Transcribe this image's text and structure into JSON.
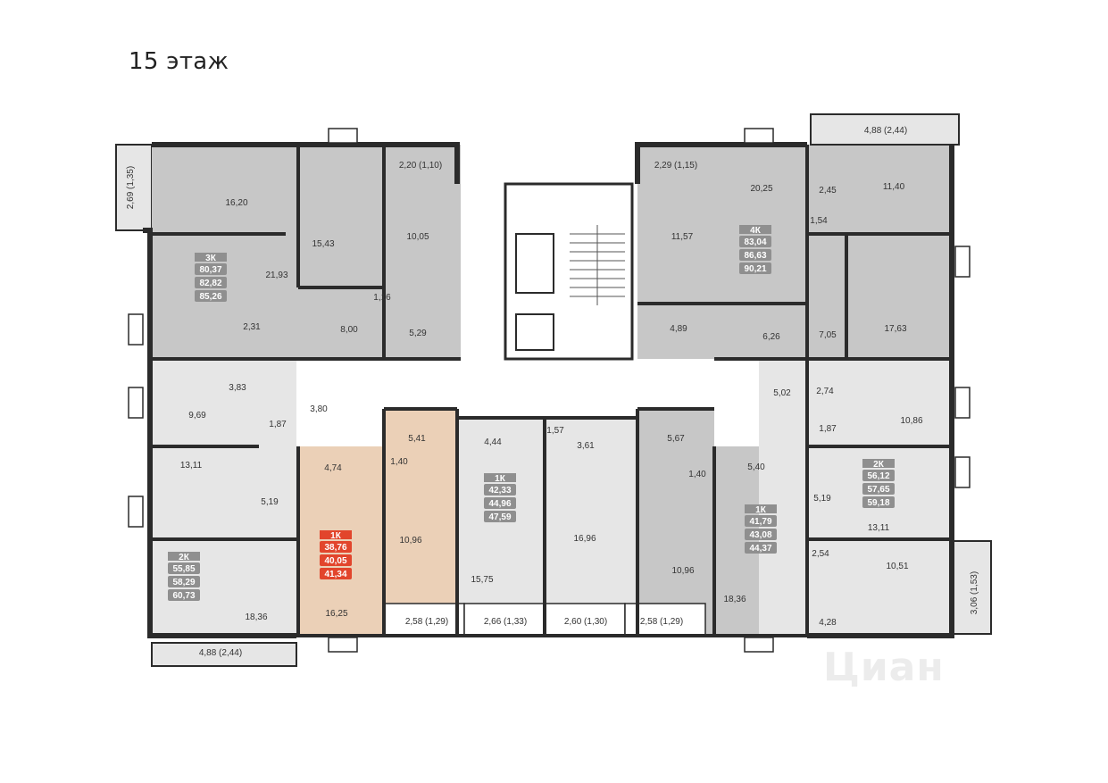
{
  "floor_title": "15 этаж",
  "watermark": "Циан",
  "colors": {
    "apartment_gray": "#c7c7c7",
    "apartment_light": "#e6e6e6",
    "highlight_fill": "#ebd0b7",
    "highlight_badge": "#e2452c",
    "badge_gray": "#8f8f8f",
    "wall": "#2b2b2b",
    "common": "#ffffff"
  },
  "apartments": [
    {
      "id": "3k-top-left",
      "type": "3К",
      "areas": [
        "80,37",
        "82,82",
        "85,26"
      ],
      "highlighted": false
    },
    {
      "id": "4k-top-right",
      "type": "4К",
      "areas": [
        "83,04",
        "86,63",
        "90,21"
      ],
      "highlighted": false
    },
    {
      "id": "2k-bottom-left",
      "type": "2К",
      "areas": [
        "55,85",
        "58,29",
        "60,73"
      ],
      "highlighted": false
    },
    {
      "id": "1k-highlighted",
      "type": "1К",
      "areas": [
        "38,76",
        "40,05",
        "41,34"
      ],
      "highlighted": true
    },
    {
      "id": "1k-center-left",
      "type": "1К",
      "areas": [
        "42,33",
        "44,96",
        "47,59"
      ],
      "highlighted": false
    },
    {
      "id": "1k-center-right",
      "type": "1К",
      "areas": [
        "41,79",
        "43,08",
        "44,37"
      ],
      "highlighted": false
    },
    {
      "id": "2k-right",
      "type": "2К",
      "areas": [
        "56,12",
        "57,65",
        "59,18"
      ],
      "highlighted": false
    }
  ],
  "room_labels": [
    "2,69 (1,35)",
    "16,20",
    "15,43",
    "2,20 (1,10)",
    "10,05",
    "21,93",
    "1,16",
    "2,31",
    "8,00",
    "5,29",
    "3,83",
    "9,69",
    "1,87",
    "3,80",
    "13,11",
    "5,19",
    "18,36",
    "4,88 (2,44)",
    "4,74",
    "1,40",
    "5,41",
    "16,25",
    "10,96",
    "2,58 (1,29)",
    "4,44",
    "15,75",
    "2,66 (1,33)",
    "1,57",
    "3,61",
    "16,96",
    "2,60 (1,30)",
    "5,67",
    "1,40",
    "10,96",
    "2,58 (1,29)",
    "5,40",
    "18,36",
    "2,29 (1,15)",
    "20,25",
    "11,57",
    "4,89",
    "6,26",
    "4,88 (2,44)",
    "11,40",
    "2,45",
    "1,54",
    "7,05",
    "17,63",
    "5,02",
    "2,74",
    "10,86",
    "1,87",
    "5,19",
    "13,11",
    "2,54",
    "10,51",
    "4,28",
    "3,06 (1,53)"
  ]
}
